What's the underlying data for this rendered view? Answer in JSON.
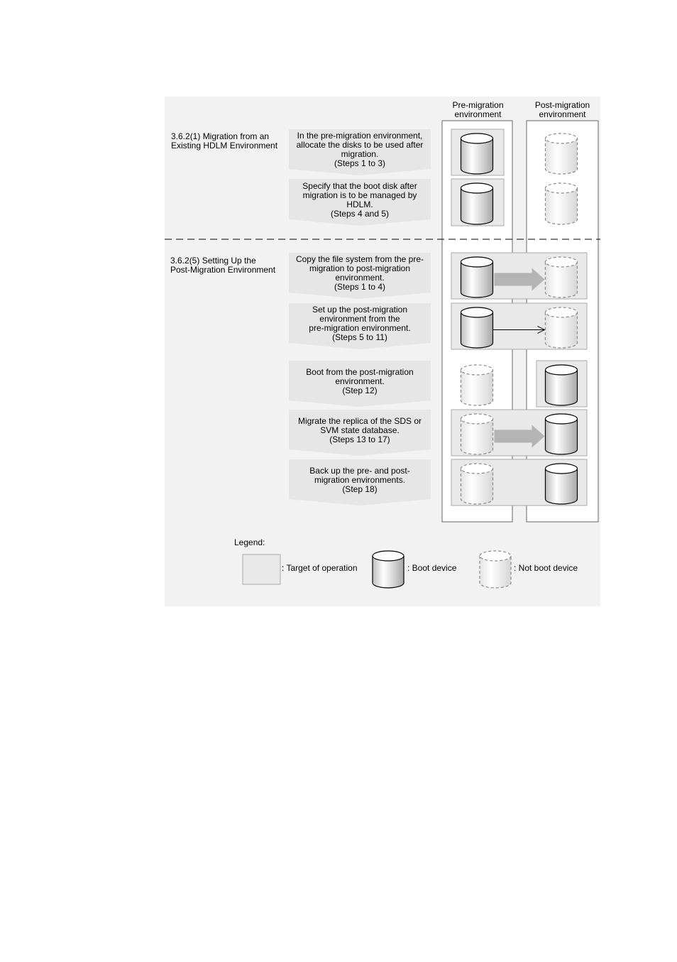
{
  "columns": {
    "pre": "Pre-migration\nenvironment",
    "post": "Post-migration\nenvironment"
  },
  "sections": [
    {
      "label": "3.6.2(1) Migration from an\nExisting HDLM Environment"
    },
    {
      "label": "3.6.2(5) Setting Up the\nPost-Migration Environment"
    }
  ],
  "steps": [
    {
      "text": "In the pre-migration environment,\nallocate the disks to be used after\nmigration.\n(Steps 1 to 3)",
      "pre": "boot",
      "post": "not-boot",
      "target": "pre",
      "arrow": "none"
    },
    {
      "text": "Specify that the boot disk after\nmigration is to be managed by\nHDLM.\n(Steps 4 and 5)",
      "pre": "boot",
      "post": "not-boot",
      "target": "pre",
      "arrow": "none"
    },
    {
      "text": "Copy the file system from the pre-\nmigration to post-migration\nenvironment.\n(Steps 1 to 4)",
      "pre": "boot",
      "post": "not-boot",
      "target": "both",
      "arrow": "thick"
    },
    {
      "text": "Set up the post-migration\nenvironment from the\npre-migration environment.\n(Steps 5 to 11)",
      "pre": "boot",
      "post": "not-boot",
      "target": "both",
      "arrow": "thin"
    },
    {
      "text": "Boot from the post-migration\nenvironment.\n(Step 12)",
      "pre": "not-boot",
      "post": "boot",
      "target": "post",
      "arrow": "none"
    },
    {
      "text": "Migrate the replica of the SDS or\nSVM state database.\n(Steps 13 to 17)",
      "pre": "not-boot",
      "post": "boot",
      "target": "both",
      "arrow": "thick"
    },
    {
      "text": "Back up the pre- and post-\nmigration environments.\n(Step 18)",
      "pre": "not-boot",
      "post": "boot",
      "target": "both",
      "arrow": "none"
    }
  ],
  "legend": {
    "title": "Legend:",
    "target": ": Target of operation",
    "boot": ": Boot device",
    "not_boot": ": Not boot device"
  },
  "colors": {
    "panel": "#f2f2f2",
    "step_box": "#e6e6e6",
    "target_box": "#e9e9e9",
    "arrow": "#b4b4b4"
  }
}
